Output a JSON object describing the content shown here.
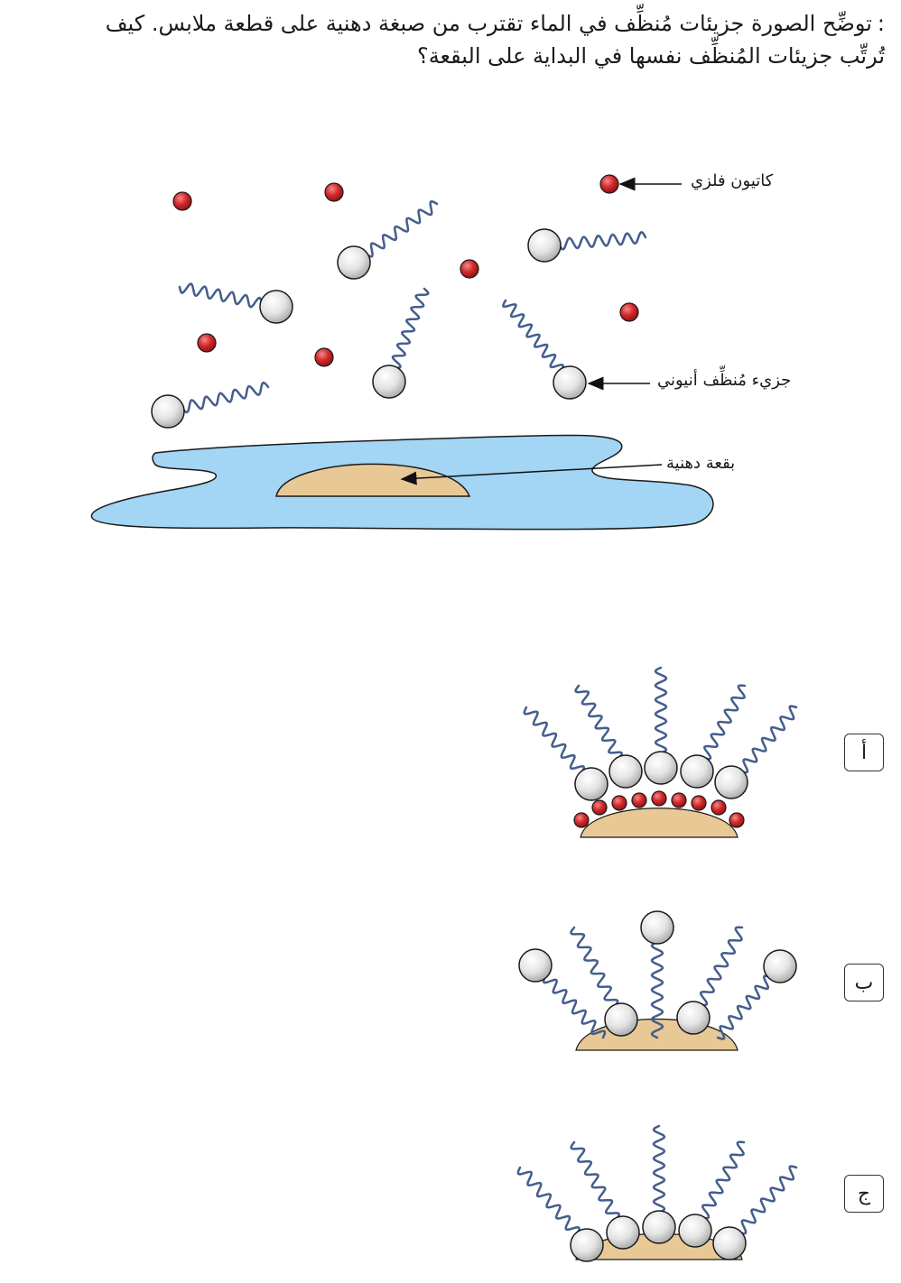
{
  "question": {
    "prefix": ":",
    "line1": "توضِّح الصورة جزيئات مُنظِّف في الماء تقترب من صبغة دهنية على قطعة ملابس. كيف",
    "line2": "تُرتِّب جزيئات المُنظِّف نفسها في البداية على البقعة؟"
  },
  "diagram": {
    "labels": {
      "cation": "كاتيون فلزي",
      "anionic_detergent": "جزيء مُنظِّف أنيوني",
      "grease_stain": "بقعة دهنية"
    }
  },
  "options": [
    {
      "letter": "أ"
    },
    {
      "letter": "ب"
    },
    {
      "letter": "ج"
    }
  ],
  "colors": {
    "water": "#a3d5f4",
    "stain": "#e8c996",
    "cation": "#d42a2a",
    "tail": "#445e8c",
    "head": "#e6e6e6"
  }
}
